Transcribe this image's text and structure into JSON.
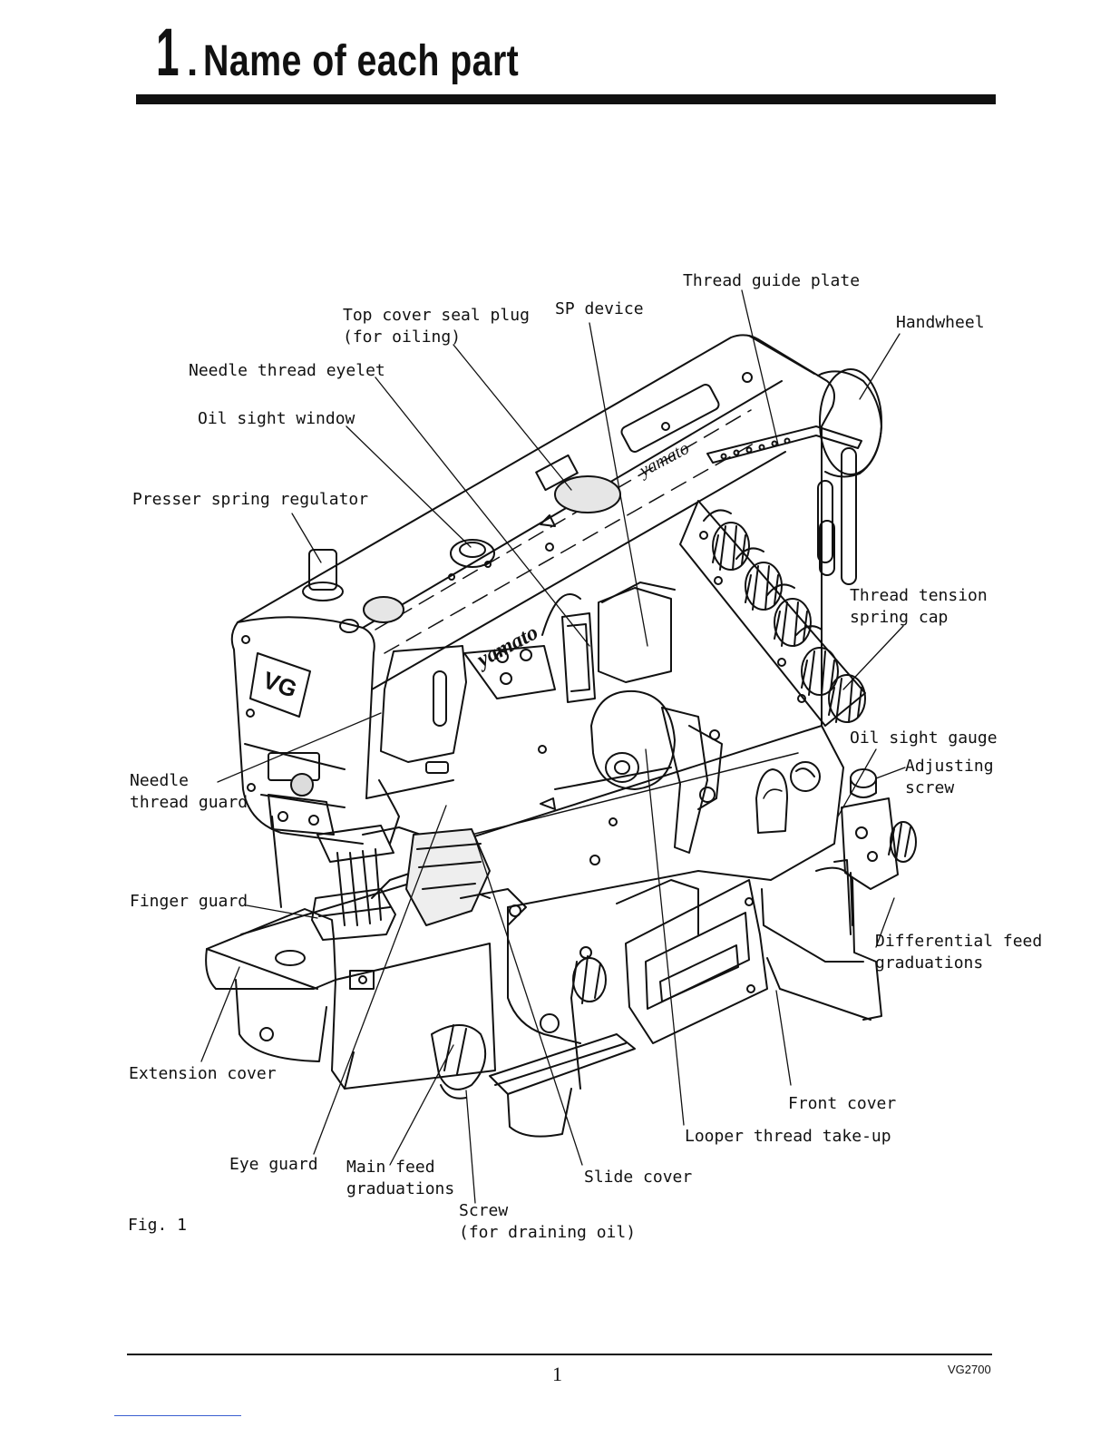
{
  "header": {
    "section_number": "1",
    "section_dot": ".",
    "section_title": "Name of each part"
  },
  "labels": {
    "thread_guide_plate": "Thread guide plate",
    "sp_device": "SP device",
    "top_cover_seal_plug": [
      "Top cover seal plug",
      "(for oiling)"
    ],
    "handwheel": "Handwheel",
    "needle_thread_eyelet": "Needle thread eyelet",
    "oil_sight_window": "Oil sight window",
    "presser_spring_regulator": "Presser spring regulator",
    "thread_tension_spring_cap": [
      "Thread tension",
      "spring cap"
    ],
    "oil_sight_gauge": "Oil sight gauge",
    "adjusting_screw": [
      "Adjusting",
      "screw"
    ],
    "needle_thread_guard": [
      "Needle",
      "thread guard"
    ],
    "finger_guard": "Finger guard",
    "differential_feed_graduations": [
      "Differential feed",
      "graduations"
    ],
    "extension_cover": "Extension cover",
    "front_cover": "Front cover",
    "looper_thread_take_up": "Looper thread take-up",
    "eye_guard": "Eye guard",
    "main_feed_graduations": [
      "Main feed",
      "graduations"
    ],
    "slide_cover": "Slide cover",
    "screw_draining": [
      "Screw",
      "(for draining oil)"
    ]
  },
  "figure_caption": "Fig. 1",
  "machine_logos": {
    "brand": "yamato",
    "model_badge": "VG"
  },
  "footer": {
    "page_number": "1",
    "model_code": "VG2700"
  }
}
